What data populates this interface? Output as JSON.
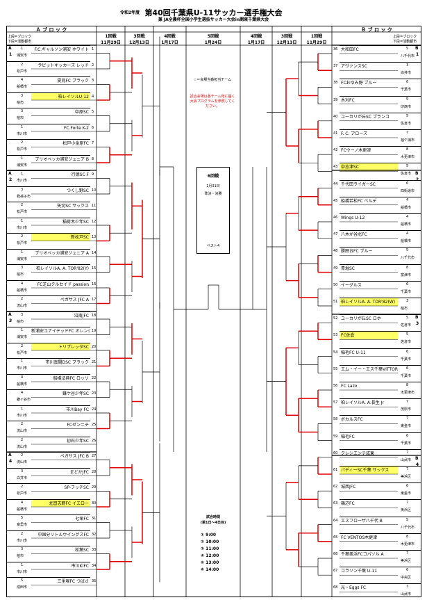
{
  "title": "第40回千葉県U-11サッカー選手権大会",
  "era": "令和2年度",
  "subtitle": "兼 JA全農杯全国小学生選抜サッカー大会in関東千葉県大会",
  "block_a": "Ａ ブ ロ ッ ク",
  "block_b": "Ｂ ブ ロ ッ ク",
  "legend_top": "上段=ブロック",
  "legend_bottom": "下段=活動都市",
  "rounds": [
    {
      "label": "1回戦",
      "date": "11月29日"
    },
    {
      "label": "3回戦",
      "date": "12月13日"
    },
    {
      "label": "4回戦",
      "date": "1月17日"
    },
    {
      "label": "5回戦",
      "date": "1月24日"
    },
    {
      "label": "4回戦",
      "date": "1月17日"
    },
    {
      "label": "3回戦",
      "date": "12月13日"
    },
    {
      "label": "1回戦",
      "date": "11月29日"
    }
  ],
  "notes": {
    "n1": "☆＝会場当番担当チーム",
    "n2": "試合会場は各チーム宛に届く大会プログラムを参照してください。",
    "final_title": "6回戦",
    "final_date": "1月31日",
    "final_name": "準決・決勝",
    "best4": "ベスト4",
    "times_title": "試合時間",
    "times_sub": "(第1日〜4日目)",
    "times": [
      "① 9:00",
      "② 10:00",
      "③ 11:00",
      "④ 12:00",
      "⑤ 13:00",
      "⑥ 14:00"
    ]
  },
  "groups_left": [
    {
      "block": "A",
      "bno": "1"
    },
    {
      "block": "A",
      "bno": "2"
    },
    {
      "block": "A",
      "bno": "3"
    },
    {
      "block": "A",
      "bno": "4"
    }
  ],
  "groups_right": [
    {
      "block": "B",
      "bno": "1"
    },
    {
      "block": "B",
      "bno": "2"
    },
    {
      "block": "B",
      "bno": "3"
    },
    {
      "block": "B",
      "bno": "4"
    }
  ],
  "left_teams": [
    {
      "no": "1",
      "team": "F.C.ギャルソン浦安 ホワイト",
      "b": "1",
      "city": "浦安市"
    },
    {
      "no": "2",
      "team": "ラピットキッカーズ レッド",
      "b": "2",
      "city": "松戸市"
    },
    {
      "no": "3",
      "team": "夏見FC ブラック",
      "b": "4",
      "city": "船橋市"
    },
    {
      "no": "4",
      "team": "柏レイソルU-12",
      "b": "3",
      "city": "柏市",
      "hl": true
    },
    {
      "no": "5",
      "team": "中原SC",
      "b": "3",
      "city": "柏市"
    },
    {
      "no": "6",
      "team": "FC.Forte K-2",
      "b": "1",
      "city": "市川市"
    },
    {
      "no": "7",
      "team": "松戸小金原FC",
      "b": "2",
      "city": "松戸市"
    },
    {
      "no": "8",
      "team": "ブリオベッカ浦安ジュニア B",
      "b": "1",
      "city": "浦安市"
    },
    {
      "no": "9",
      "team": "行徳SC F",
      "b": "1",
      "city": "市川市"
    },
    {
      "no": "10",
      "team": "つくし野SC",
      "b": "3",
      "city": "我孫子市"
    },
    {
      "no": "11",
      "team": "矢切SC サックス",
      "b": "2",
      "city": "松戸市"
    },
    {
      "no": "12",
      "team": "稲荷木少年SC",
      "b": "1",
      "city": "市川市"
    },
    {
      "no": "13",
      "team": "新松戸SC",
      "b": "2",
      "city": "松戸市",
      "hl": true
    },
    {
      "no": "14",
      "team": "ブリオベッカ浦安ジュニア A",
      "b": "1",
      "city": "浦安市"
    },
    {
      "no": "15",
      "team": "柏レイソルA. A. TOR'82(Y)",
      "b": "3",
      "city": "柏市"
    },
    {
      "no": "16",
      "team": "FC芝山クルセイド passion",
      "b": "4",
      "city": "船橋市"
    },
    {
      "no": "17",
      "team": "ペガサス JFC A",
      "b": "2",
      "city": "流山市"
    },
    {
      "no": "18",
      "team": "沼南JFC",
      "b": "3",
      "city": "柏市"
    },
    {
      "no": "19",
      "team": "新浦安ユナイテッドFC オレンジ",
      "b": "1",
      "city": "浦安市"
    },
    {
      "no": "20",
      "team": "トリプレッタSC",
      "b": "2",
      "city": "松戸市",
      "hl": true
    },
    {
      "no": "21",
      "team": "市川真間DSC ブラック",
      "b": "1",
      "city": "市川市"
    },
    {
      "no": "22",
      "team": "船橋法典FC ロッソ",
      "b": "4",
      "city": "船橋市"
    },
    {
      "no": "23",
      "team": "鎌ケ谷少年SC",
      "b": "4",
      "city": "鎌ヶ谷市"
    },
    {
      "no": "24",
      "team": "市川Bay FC",
      "b": "1",
      "city": "市川市"
    },
    {
      "no": "25",
      "team": "FCゼンニチ",
      "b": "2",
      "city": "流山市"
    },
    {
      "no": "26",
      "team": "初石少年SC",
      "b": "2",
      "city": "流山市"
    },
    {
      "no": "27",
      "team": "ペガサス JFC B",
      "b": "2",
      "city": "流山市"
    },
    {
      "no": "28",
      "team": "まどかJFC",
      "b": "3",
      "city": "白井市"
    },
    {
      "no": "29",
      "team": "SP-フッチSC",
      "b": "2",
      "city": "松戸市"
    },
    {
      "no": "30",
      "team": "北習志野FC イエロー",
      "b": "4",
      "city": "船橋市",
      "hl": true
    },
    {
      "no": "31",
      "team": "七栄FC",
      "b": "5",
      "city": "富里市"
    },
    {
      "no": "32",
      "team": "中国分リトルウイングスFC",
      "b": "2",
      "city": "市川市"
    },
    {
      "no": "33",
      "team": "松葉SC",
      "b": "3",
      "city": "柏市"
    },
    {
      "no": "34",
      "team": "市川KIFC",
      "b": "1",
      "city": "市川市"
    },
    {
      "no": "35",
      "team": "三里塚FC つばさ",
      "b": "5",
      "city": "成田市"
    }
  ],
  "right_teams": [
    {
      "no": "36",
      "team": "大和田FC",
      "b": "5",
      "city": "八千代市"
    },
    {
      "no": "37",
      "team": "アヴァンスSC",
      "b": "3",
      "city": "白井市"
    },
    {
      "no": "38",
      "team": "FCおゆみ野 ブルー",
      "b": "6",
      "city": "千葉市"
    },
    {
      "no": "39",
      "team": "木刈FC",
      "b": "5",
      "city": "印西市"
    },
    {
      "no": "40",
      "team": "ユーカリが丘SC ブランコ",
      "b": "5",
      "city": "佐倉市"
    },
    {
      "no": "41",
      "team": "F. C. アローズ",
      "b": "7",
      "city": "袖ケ浦市"
    },
    {
      "no": "42",
      "team": "FCウーノ木更津",
      "b": "8",
      "city": "木更津市"
    },
    {
      "no": "43",
      "team": "中志津SC",
      "b": "5",
      "city": "佐倉市",
      "hl": true
    },
    {
      "no": "44",
      "team": "千代田ライガーSC",
      "b": "6",
      "city": "四街道市"
    },
    {
      "no": "45",
      "team": "船橋若松FC ベルデ",
      "b": "4",
      "city": "船橋市"
    },
    {
      "no": "46",
      "team": "Wings U-12",
      "b": "4",
      "city": "船橋市"
    },
    {
      "no": "47",
      "team": "八木が谷北FC",
      "b": "4",
      "city": "船橋市"
    },
    {
      "no": "48",
      "team": "勝田台FC ブルー",
      "b": "5",
      "city": "八千代市"
    },
    {
      "no": "49",
      "team": "青堀SC",
      "b": "8",
      "city": "富津市"
    },
    {
      "no": "50",
      "team": "イーグルス",
      "b": "6",
      "city": "千葉市"
    },
    {
      "no": "51",
      "team": "柏レイソルA. A. TOR'82(W)",
      "b": "3",
      "city": "柏市",
      "hl": true
    },
    {
      "no": "52",
      "team": "ユーカリが丘SC ロホ",
      "b": "5",
      "city": "佐倉市"
    },
    {
      "no": "53",
      "team": "FC佐倉",
      "b": "5",
      "city": "佐倉市",
      "hl": true
    },
    {
      "no": "54",
      "team": "稲毛FC U-11",
      "b": "6",
      "city": "千葉市"
    },
    {
      "no": "55",
      "team": "エム・イー・エス千葉VITTORIAS FC Jr",
      "b": "6",
      "city": "千葉市"
    },
    {
      "no": "56",
      "team": "FC Lazo",
      "b": "8",
      "city": "木更津市"
    },
    {
      "no": "57",
      "team": "柏レイソルA. A.長生 Jr",
      "b": "7",
      "city": "茂原市"
    },
    {
      "no": "58",
      "team": "ボカルスFC",
      "b": "7",
      "city": "東金市"
    },
    {
      "no": "59",
      "team": "稲毛FC",
      "b": "6",
      "city": "千葉市"
    },
    {
      "no": "60",
      "team": "クレシエンテ成東",
      "b": "7",
      "city": "山武市"
    },
    {
      "no": "61",
      "team": "バディーSC千葉 サックス",
      "b": "7",
      "city": "美浜区",
      "hl": true
    },
    {
      "no": "62",
      "team": "城西JFC",
      "b": "6",
      "city": "東金市"
    },
    {
      "no": "63",
      "team": "磯辺FC",
      "b": "7",
      "city": "美浜区"
    },
    {
      "no": "64",
      "team": "エスフローザ八千代 B",
      "b": "5",
      "city": "八千代市"
    },
    {
      "no": "65",
      "team": "FC VENTOS木更津",
      "b": "8",
      "city": "木更津市"
    },
    {
      "no": "66",
      "team": "千葉美浜FCコパソル A",
      "b": "7",
      "city": "美浜区"
    },
    {
      "no": "67",
      "team": "コラソン千葉 U-11",
      "b": "6",
      "city": "中央区"
    },
    {
      "no": "68",
      "team": "光・Eggs FC",
      "b": "7",
      "city": "山武市"
    }
  ]
}
